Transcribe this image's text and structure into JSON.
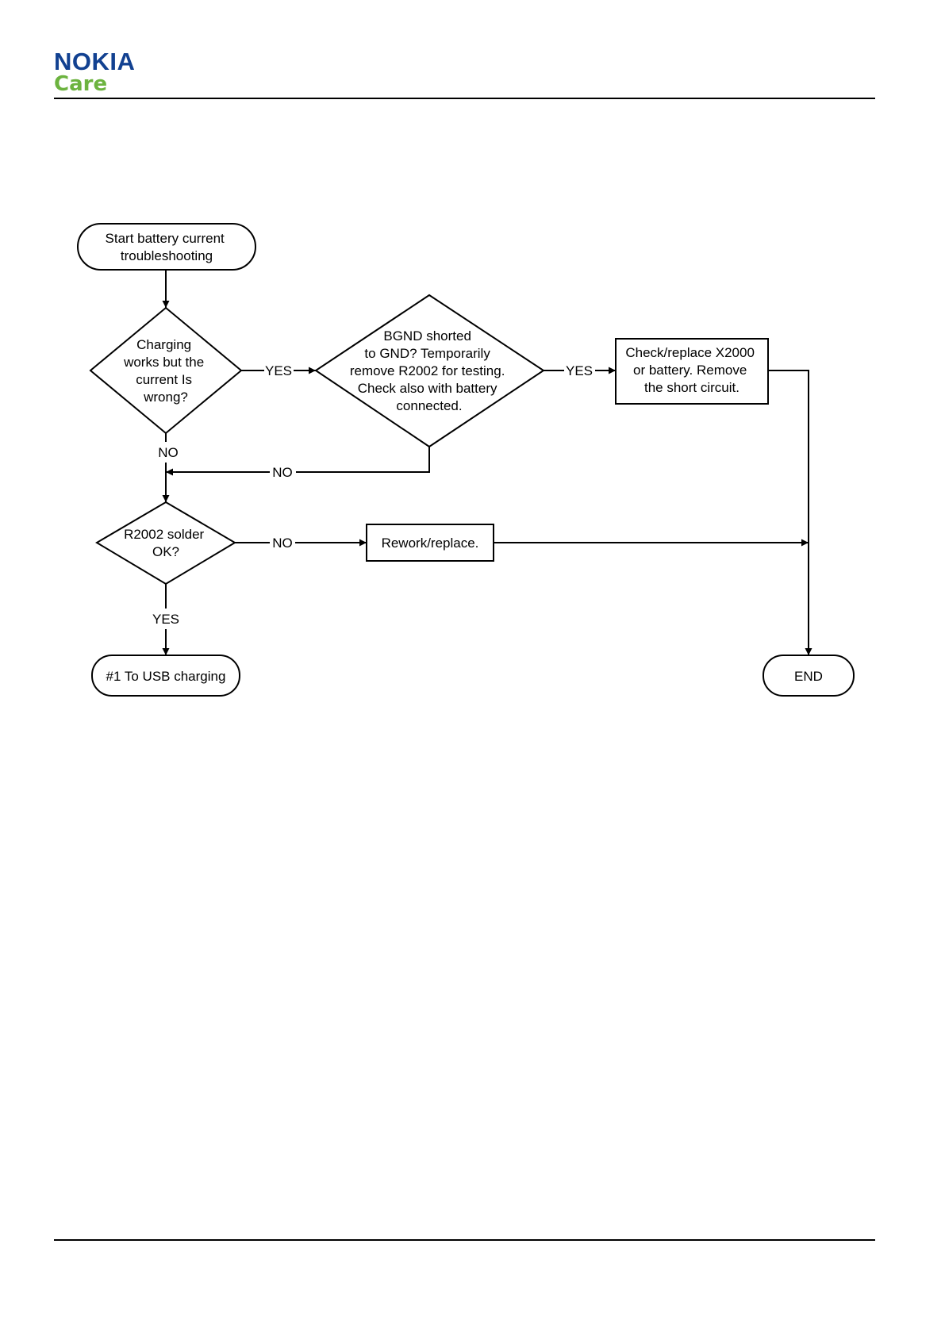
{
  "header": {
    "brand": "NOKIA",
    "sub_brand": "Care",
    "brand_color": "#124191",
    "sub_brand_color": "#6cb33f"
  },
  "flowchart": {
    "nodes": {
      "start": [
        "Start battery current",
        "troubleshooting"
      ],
      "charging_decision": [
        "Charging",
        "works but the",
        "current Is",
        "wrong?"
      ],
      "bgnd_decision": [
        "BGND shorted",
        "to GND? Temporarily",
        "remove R2002 for testing.",
        "Check also with battery",
        "connected."
      ],
      "check_replace": [
        "Check/replace X2000",
        "or battery. Remove",
        "the short circuit."
      ],
      "solder_decision": [
        "R2002 solder",
        "OK?"
      ],
      "rework": [
        "Rework/replace."
      ],
      "usb_charging": [
        "#1 To USB charging"
      ],
      "end": [
        "END"
      ]
    },
    "edge_labels": {
      "charging_yes": "YES",
      "bgnd_yes": "YES",
      "charging_no": "NO",
      "bgnd_no": "NO",
      "solder_no": "NO",
      "solder_yes": "YES"
    }
  }
}
